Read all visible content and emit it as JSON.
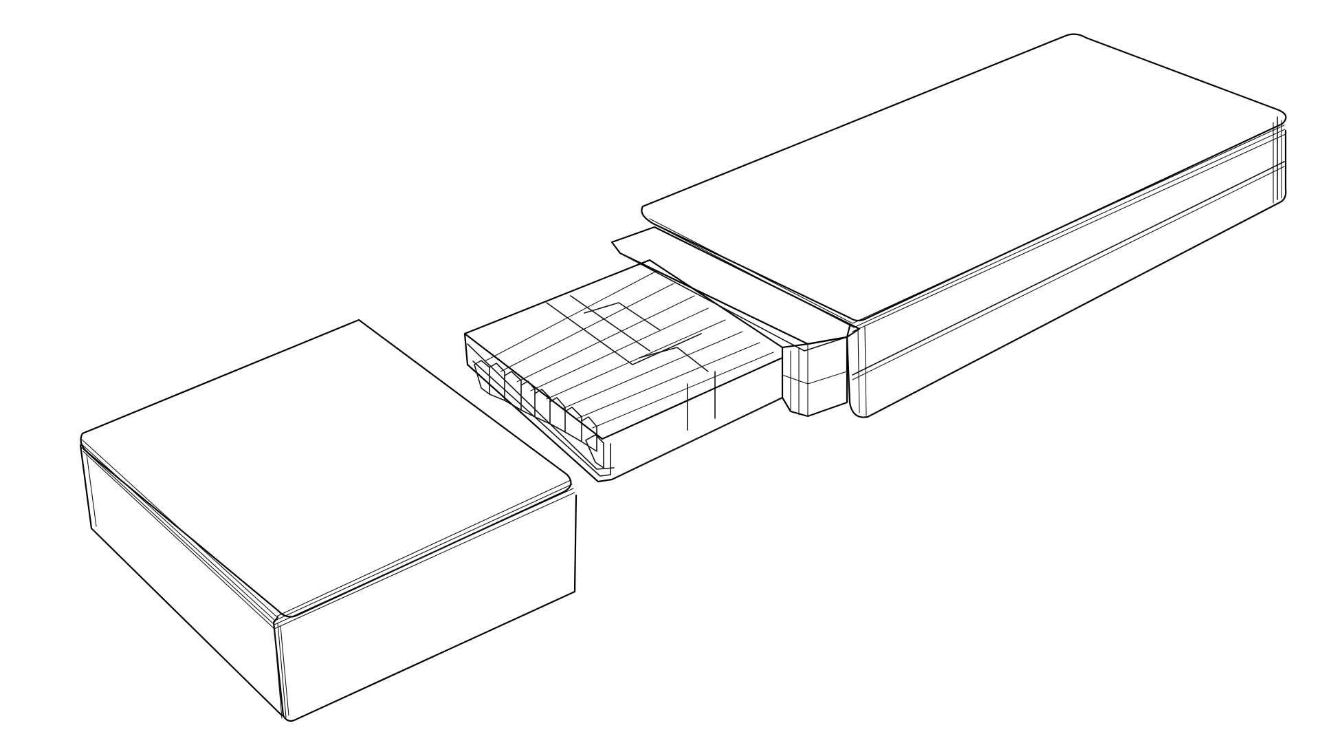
{
  "figure": {
    "type": "line-drawing",
    "subject": "usb-flash-drive-exploded",
    "background_color": "#ffffff",
    "line_color": "#111111",
    "parts": [
      "cap",
      "body",
      "connector"
    ]
  }
}
